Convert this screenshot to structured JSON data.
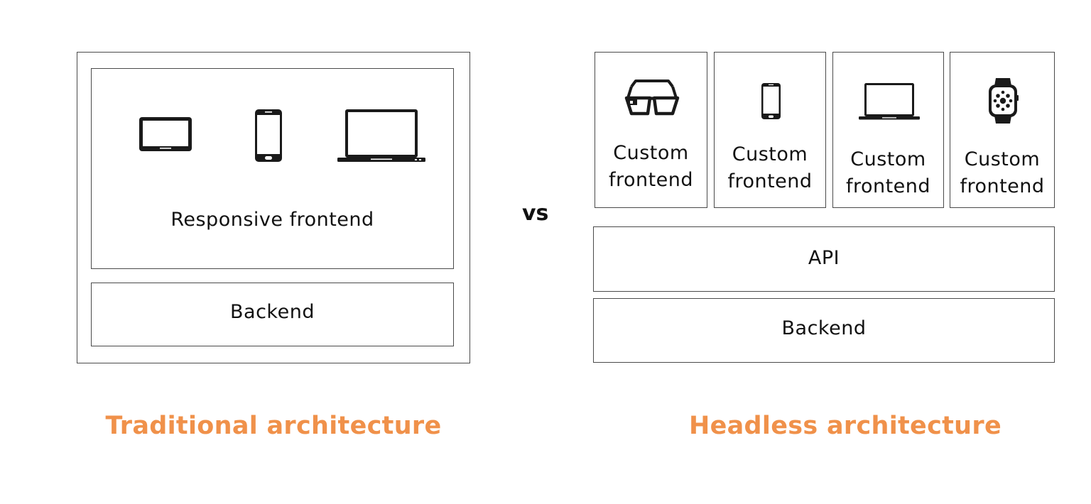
{
  "traditional": {
    "frontend_label": "Responsive frontend",
    "backend_label": "Backend",
    "caption": "Traditional architecture",
    "icons": [
      "tablet-icon",
      "phone-icon",
      "laptop-icon"
    ]
  },
  "vs_label": "vs",
  "headless": {
    "frontends": [
      {
        "icon": "smart-glasses-icon",
        "line1": "Custom",
        "line2": "frontend"
      },
      {
        "icon": "phone-icon",
        "line1": "Custom",
        "line2": "frontend"
      },
      {
        "icon": "laptop-icon",
        "line1": "Custom",
        "line2": "frontend"
      },
      {
        "icon": "smartwatch-icon",
        "line1": "Custom",
        "line2": "frontend"
      }
    ],
    "api_label": "API",
    "backend_label": "Backend",
    "caption": "Headless architecture"
  },
  "colors": {
    "caption": "#f0914a",
    "border": "#4a4a4a",
    "icon": "#1a1a1a"
  }
}
